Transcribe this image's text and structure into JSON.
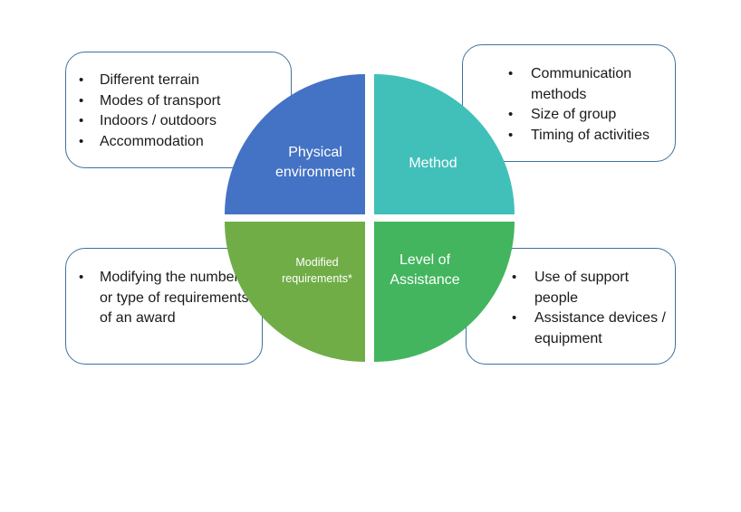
{
  "colors": {
    "physical": "#4472c4",
    "method": "#41c0b9",
    "modified": "#70ad47",
    "assistance": "#43b55e",
    "box_border": "#41719c"
  },
  "quadrants": {
    "top_left": {
      "label": "Physical environment"
    },
    "top_right": {
      "label": "Method"
    },
    "bottom_left": {
      "label": "Modified requirements*"
    },
    "bottom_right": {
      "label": "Level of Assistance"
    }
  },
  "boxes": {
    "top_left": {
      "items": [
        "Different terrain",
        "Modes of transport",
        "Indoors / outdoors",
        "Accommodation"
      ]
    },
    "top_right": {
      "items": [
        "Communication methods",
        "Size of group",
        "Timing of activities"
      ]
    },
    "bottom_left": {
      "items": [
        "Modifying the number or type of requirements of an award"
      ]
    },
    "bottom_right": {
      "items": [
        "Use of support people",
        "Assistance devices / equipment"
      ]
    }
  }
}
